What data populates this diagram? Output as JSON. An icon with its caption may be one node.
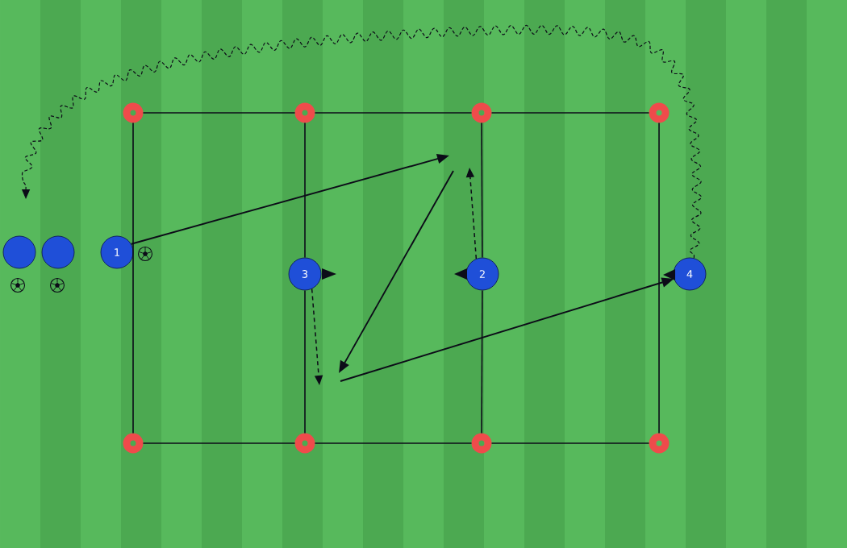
{
  "diagram": {
    "nodes": [
      {
        "text": [],
        "shape": "ring"
      },
      {
        "text": [],
        "shape": "ring"
      },
      {
        "text": [],
        "shape": "ring"
      },
      {
        "text": [],
        "shape": "ring"
      },
      {
        "text": [],
        "shape": "circle"
      },
      {
        "text": [],
        "shape": "circle"
      },
      {
        "text": [
          "1"
        ]
      },
      {
        "text": [
          "3"
        ]
      },
      {
        "text": [
          "2"
        ]
      },
      {
        "text": [
          "4"
        ]
      },
      {
        "text": [],
        "shape": "ring"
      },
      {
        "text": [],
        "shape": "ring"
      },
      {
        "text": [],
        "shape": "ring"
      },
      {
        "text": [],
        "shape": "ring"
      }
    ],
    "edges": [
      {
        "from": 0,
        "to": 1,
        "arrow": "none"
      },
      {
        "from": 1,
        "to": 2,
        "arrow": "none"
      },
      {
        "from": 2,
        "to": 3,
        "arrow": "none"
      },
      {
        "from": 0,
        "to": 10,
        "arrow": "none"
      },
      {
        "from": 1,
        "to": 7,
        "arrow": "none"
      },
      {
        "from": 7,
        "to": 11,
        "arrow": "none"
      },
      {
        "from": 2,
        "to": 8,
        "arrow": "none"
      },
      {
        "from": 8,
        "to": 12,
        "arrow": "none"
      },
      {
        "from": 3,
        "to": 13,
        "arrow": "none"
      },
      {
        "from": 10,
        "to": 11,
        "arrow": "none"
      },
      {
        "from": 11,
        "to": 12,
        "arrow": "none"
      },
      {
        "from": 12,
        "to": 13,
        "arrow": "none"
      },
      {
        "from": 6,
        "to": null,
        "arrow": "to"
      },
      {
        "from": null,
        "to": 9,
        "arrow": "to"
      },
      {
        "from": 8,
        "to": null,
        "arrow": "to",
        "style": "dashed"
      },
      {
        "from": 7,
        "to": null,
        "arrow": "to",
        "style": "dashed"
      },
      {
        "from": 9,
        "to": null,
        "arrow": "to",
        "style": "dashed"
      }
    ]
  }
}
